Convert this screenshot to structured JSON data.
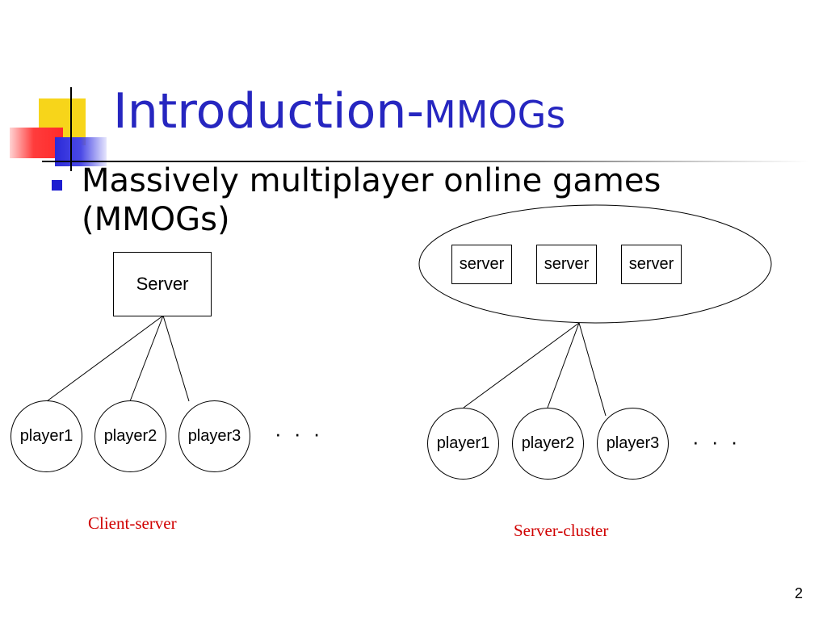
{
  "slide": {
    "title_main": "Introduction-",
    "title_suffix": "MMOGs",
    "bullet": "Massively multiplayer online games (MMOGs)",
    "page_number": "2"
  },
  "client_server": {
    "server_label": "Server",
    "players": [
      "player1",
      "player2",
      "player3"
    ],
    "ellipsis": "· · ·",
    "caption": "Client-server"
  },
  "server_cluster": {
    "servers": [
      "server",
      "server",
      "server"
    ],
    "players": [
      "player1",
      "player2",
      "player3"
    ],
    "ellipsis": "· · ·",
    "caption": "Server-cluster"
  },
  "colors": {
    "title": "#2626c0",
    "caption": "#d00000",
    "logo_yellow": "#f7d51a",
    "logo_blue": "#2b2ad8",
    "logo_red": "#ff3c3c"
  }
}
